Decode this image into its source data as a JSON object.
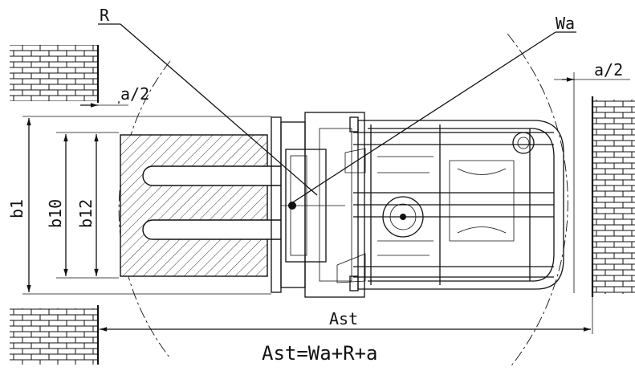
{
  "labels": {
    "R": "R",
    "Wa": "Wa",
    "a_half_left": "a/2",
    "a_half_right": "a/2",
    "b1": "b1",
    "b10": "b10",
    "b12": "b12",
    "Ast": "Ast",
    "formula": "Ast=Wa+R+a"
  },
  "icons": [
    "wall-block-icon",
    "steering-wheel-icon",
    "forklift-top-view-icon"
  ]
}
